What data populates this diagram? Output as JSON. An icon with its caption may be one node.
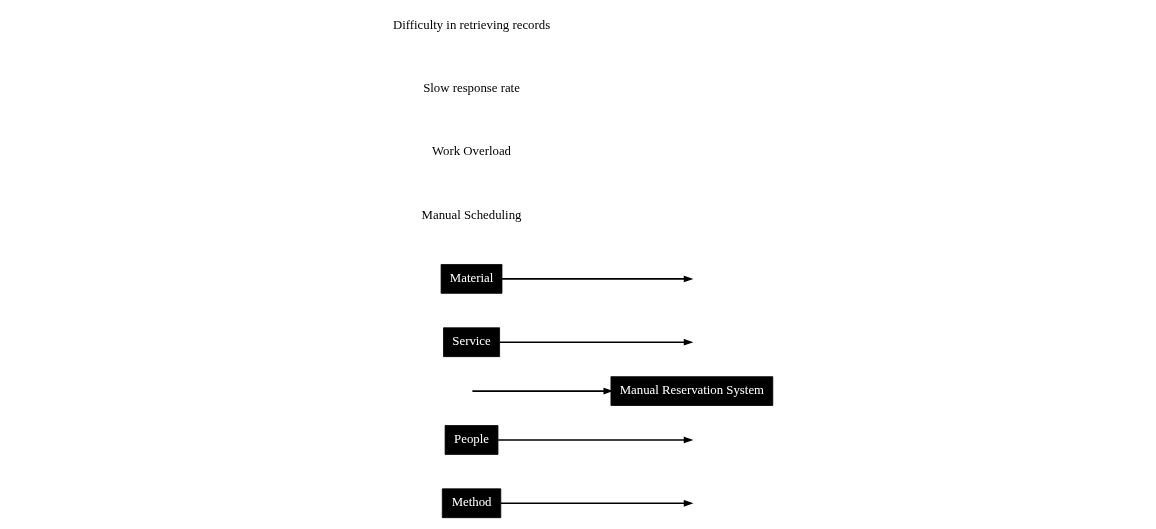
{
  "diagram": {
    "nodes": [
      {
        "text": [
          "Method"
        ]
      },
      {
        "text": [
          "People"
        ]
      },
      {
        "text": [
          "Manual Reservation System"
        ]
      },
      {
        "text": [
          "Service"
        ]
      },
      {
        "text": [
          "Material"
        ]
      }
    ],
    "edges": [
      {
        "from": 0,
        "to": null,
        "arrow": "to"
      },
      {
        "from": 1,
        "to": null,
        "arrow": "to"
      },
      {
        "from": null,
        "to": 2,
        "arrow": "to"
      },
      {
        "from": 3,
        "to": null,
        "arrow": "to"
      },
      {
        "from": 4,
        "to": null,
        "arrow": "to"
      }
    ],
    "labels": [
      "Manual Scheduling",
      "Work Overload",
      "Slow response rate",
      "Difficulty in retrieving records"
    ]
  }
}
